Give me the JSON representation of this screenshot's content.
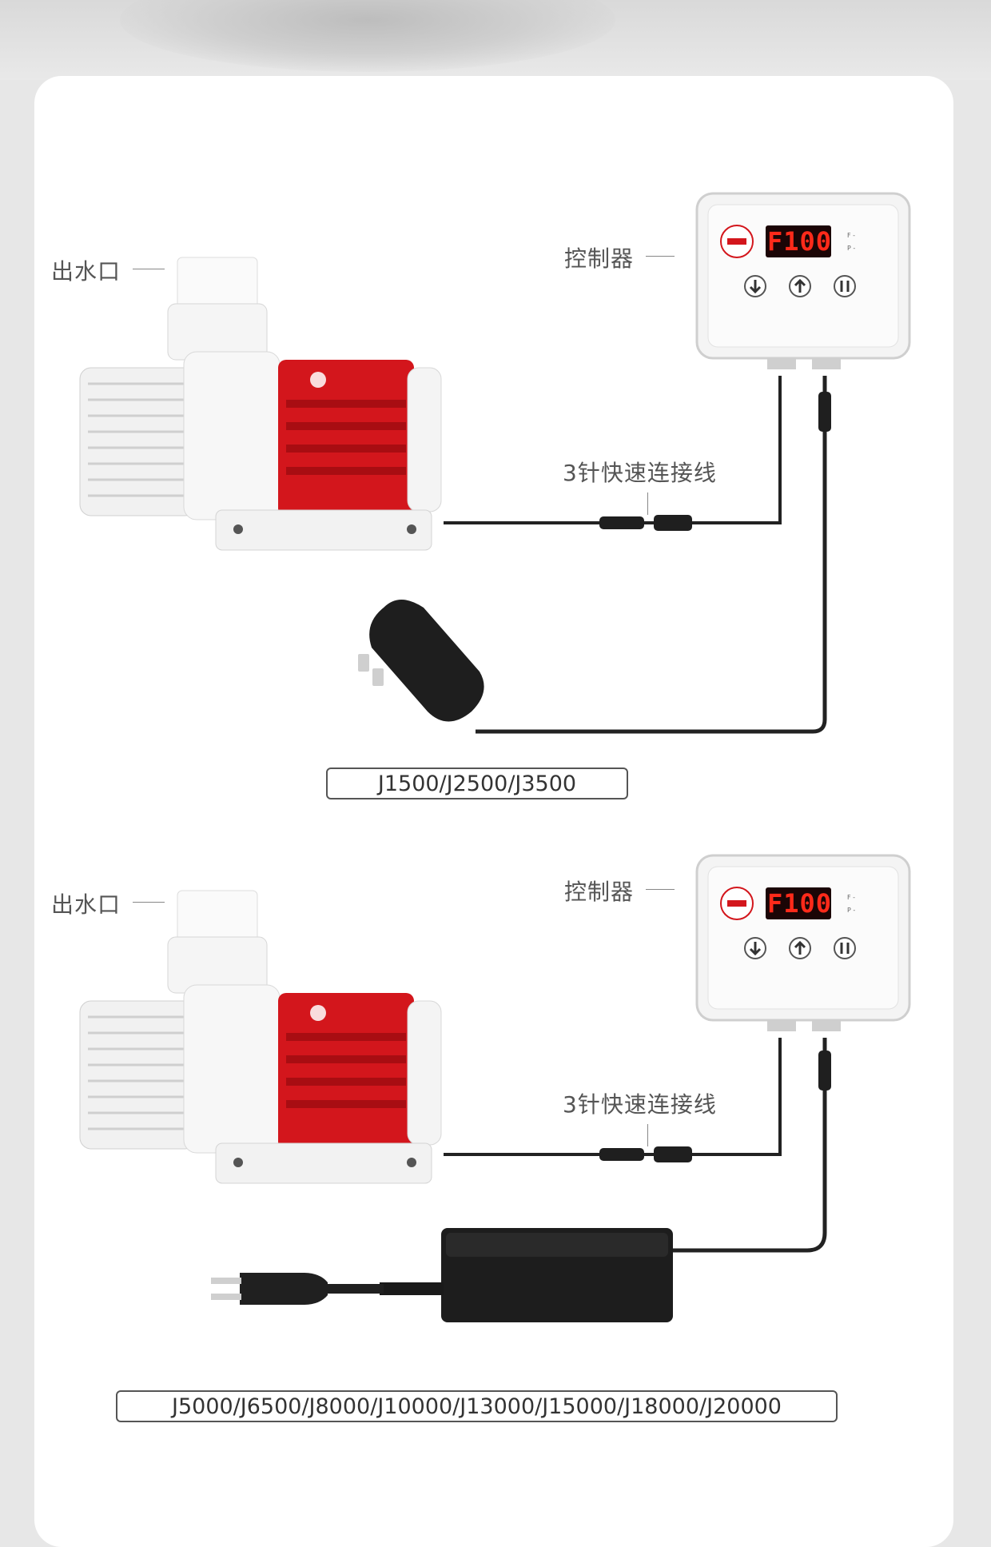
{
  "labels": {
    "outlet": "出水口",
    "controller": "控制器",
    "cable": "3针快速连接线"
  },
  "display_text": "F100",
  "sections": [
    {
      "models": "J1500/J2500/J3500"
    },
    {
      "models": "J5000/J6500/J8000/J10000/J13000/J15000/J18000/J20000"
    }
  ],
  "colors": {
    "pump_red": "#d3161c",
    "display_red": "#ff2a1a",
    "cable": "#222222"
  }
}
